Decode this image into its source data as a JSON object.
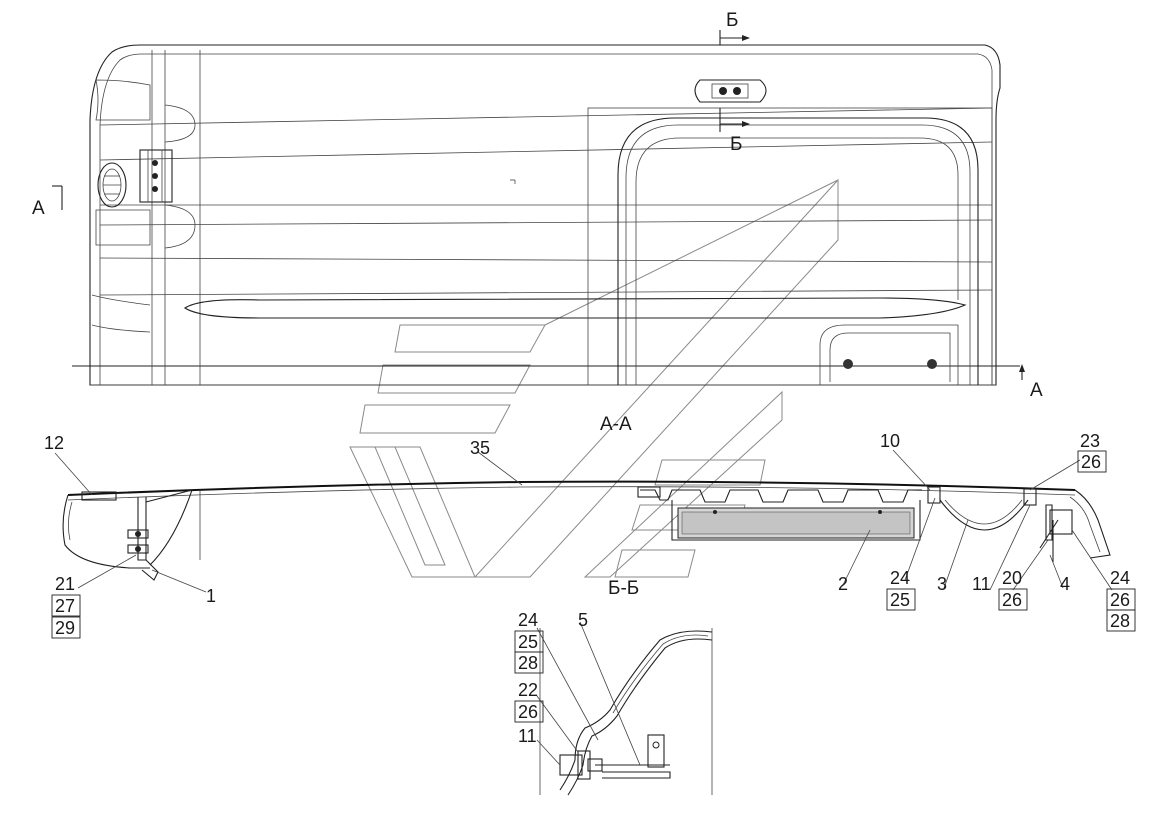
{
  "sections": {
    "top_section_mark": "Б",
    "top_section_mark_lower": "Б",
    "left_view_mark": "A",
    "right_view_mark": "A",
    "section_aa": "A-A",
    "section_bb": "Б-Б"
  },
  "callouts": {
    "c12": "12",
    "c35": "35",
    "c10": "10",
    "c23": "23",
    "c26a": "26",
    "c21": "21",
    "c27": "27",
    "c29": "29",
    "c1": "1",
    "c2": "2",
    "c24a": "24",
    "c25a": "25",
    "c3": "3",
    "c11a": "11",
    "c20": "20",
    "c26b": "26",
    "c4": "4",
    "c24b": "24",
    "c26c": "26",
    "c28a": "28",
    "c5": "5",
    "c24c": "24",
    "c25b": "25",
    "c28b": "28",
    "c22": "22",
    "c26d": "26",
    "c11b": "11"
  }
}
